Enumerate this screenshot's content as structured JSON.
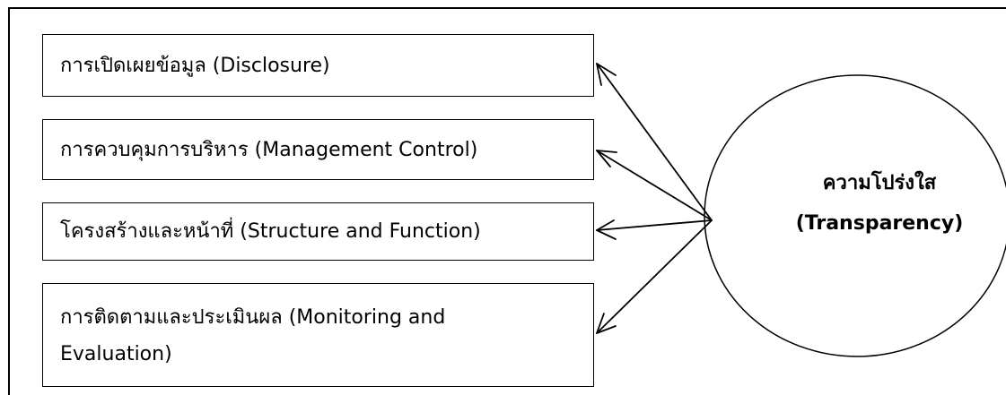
{
  "boxes": [
    {
      "text": "การเปิดเผยข้อมูล (Disclosure)"
    },
    {
      "text": "การควบคุมการบริหาร (Management Control)"
    },
    {
      "text": "โครงสร้างและหน้าที่ (Structure and Function)"
    },
    {
      "text": "การติดตามและประเมินผล (Monitoring and Evaluation)"
    }
  ],
  "target": {
    "line1": "ความโปร่งใส",
    "line2": "(Transparency)"
  },
  "colors": {
    "stroke": "#000000",
    "background": "#ffffff"
  }
}
